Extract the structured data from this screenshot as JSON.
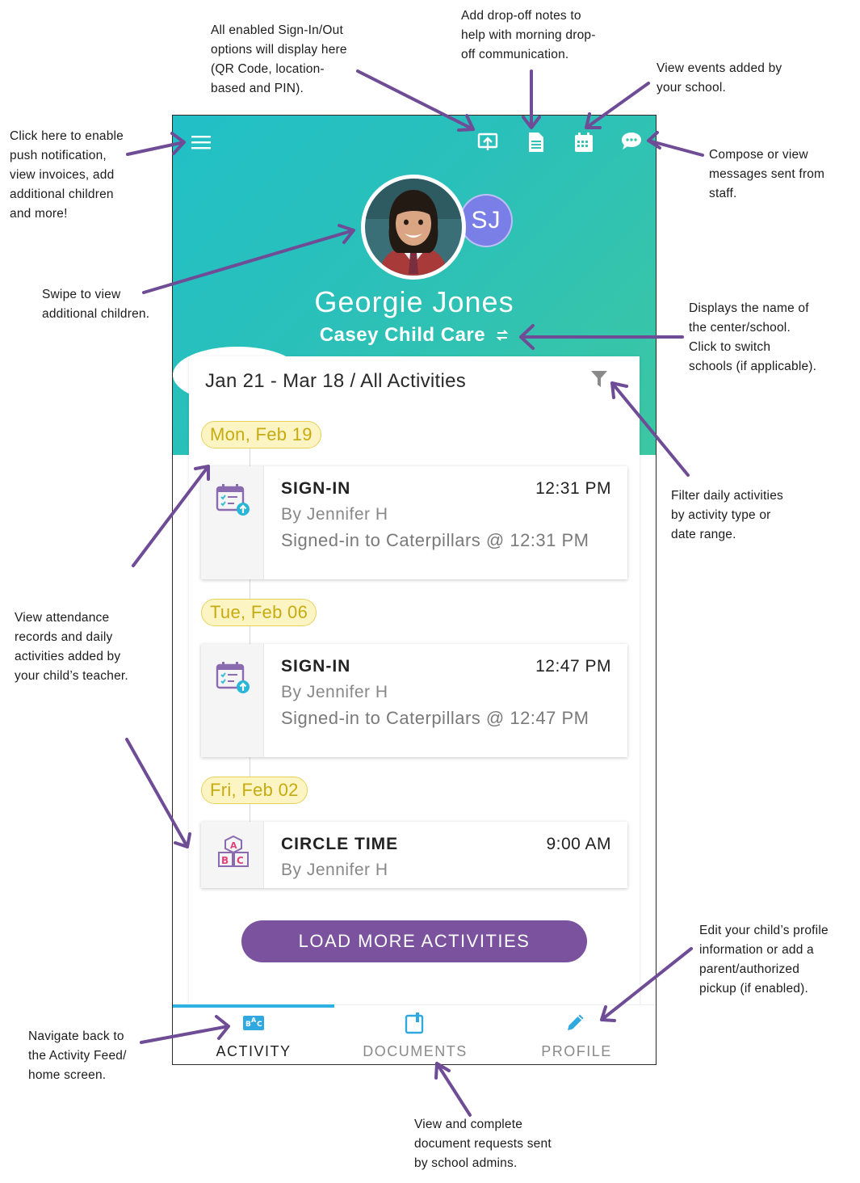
{
  "annotations": {
    "menu": [
      "Click here to enable",
      "push notification,",
      "view invoices, add",
      "additional children",
      "and more!"
    ],
    "signin_options": [
      "All enabled Sign-In/Out",
      "options will display here",
      "(QR Code, location-",
      "based and PIN)."
    ],
    "dropoff_notes": [
      "Add drop-off notes to",
      "help with morning drop-",
      "off communication."
    ],
    "events": [
      "View events added by",
      "your school."
    ],
    "messages": [
      "Compose or view",
      "messages sent from",
      "staff."
    ],
    "swipe": [
      "Swipe to view",
      "additional children."
    ],
    "school_name": [
      "Displays the name of",
      "the center/school.",
      "Click to switch",
      "schools (if applicable)."
    ],
    "filter": [
      "Filter daily activities",
      "by activity type or",
      "date range."
    ],
    "attendance": [
      "View attendance",
      "records and daily",
      "activities added by",
      "your child’s teacher."
    ],
    "profile": [
      "Edit your child’s profile",
      "information or add a",
      "parent/authorized",
      "pickup (if enabled)."
    ],
    "activity_nav": [
      "Navigate back to",
      "the Activity Feed/",
      "home screen."
    ],
    "documents_nav": [
      "View and complete",
      "document requests sent",
      "by school admins."
    ]
  },
  "header": {
    "child_name": "Georgie Jones",
    "school_name": "Casey Child Care",
    "secondary_avatar_initials": "SJ",
    "icons": {
      "menu": "hamburger-menu-icon",
      "signin": "sign-in-icon",
      "notes": "document-note-icon",
      "events": "calendar-icon",
      "messages": "chat-bubble-icon"
    }
  },
  "feed": {
    "range_label": "Jan 21 - Mar 18 / All Activities",
    "filter_icon": "filter-icon",
    "groups": [
      {
        "date": "Mon, Feb 19",
        "activity": {
          "title": "SIGN-IN",
          "time": "12:31 PM",
          "by": "By Jennifer H",
          "detail": "Signed-in to Caterpillars @ 12:31 PM",
          "icon": "sign-in-calendar-icon"
        }
      },
      {
        "date": "Tue, Feb 06",
        "activity": {
          "title": "SIGN-IN",
          "time": "12:47 PM",
          "by": "By Jennifer H",
          "detail": "Signed-in to Caterpillars @ 12:47 PM",
          "icon": "sign-in-calendar-icon"
        }
      },
      {
        "date": "Fri, Feb 02",
        "activity": {
          "title": "CIRCLE TIME",
          "time": "9:00 AM",
          "by": "By Jennifer H",
          "detail": "",
          "icon": "abc-blocks-icon"
        }
      }
    ],
    "load_more_label": "LOAD MORE ACTIVITIES"
  },
  "nav": {
    "tabs": [
      {
        "label": "ACTIVITY",
        "icon": "abc-blocks-icon",
        "active": true
      },
      {
        "label": "DOCUMENTS",
        "icon": "clipboard-icon",
        "active": false
      },
      {
        "label": "PROFILE",
        "icon": "pencil-icon",
        "active": false
      }
    ]
  },
  "colors": {
    "header_gradient_start": "#21c0c7",
    "header_gradient_end": "#3cc7a3",
    "accent_purple": "#7a529e",
    "arrow_purple": "#6f4c96",
    "date_pill_bg": "#fdf4c4",
    "date_pill_text": "#c6ab10",
    "nav_active": "#2fb2e3",
    "avatar_secondary": "#7a7fe8"
  }
}
